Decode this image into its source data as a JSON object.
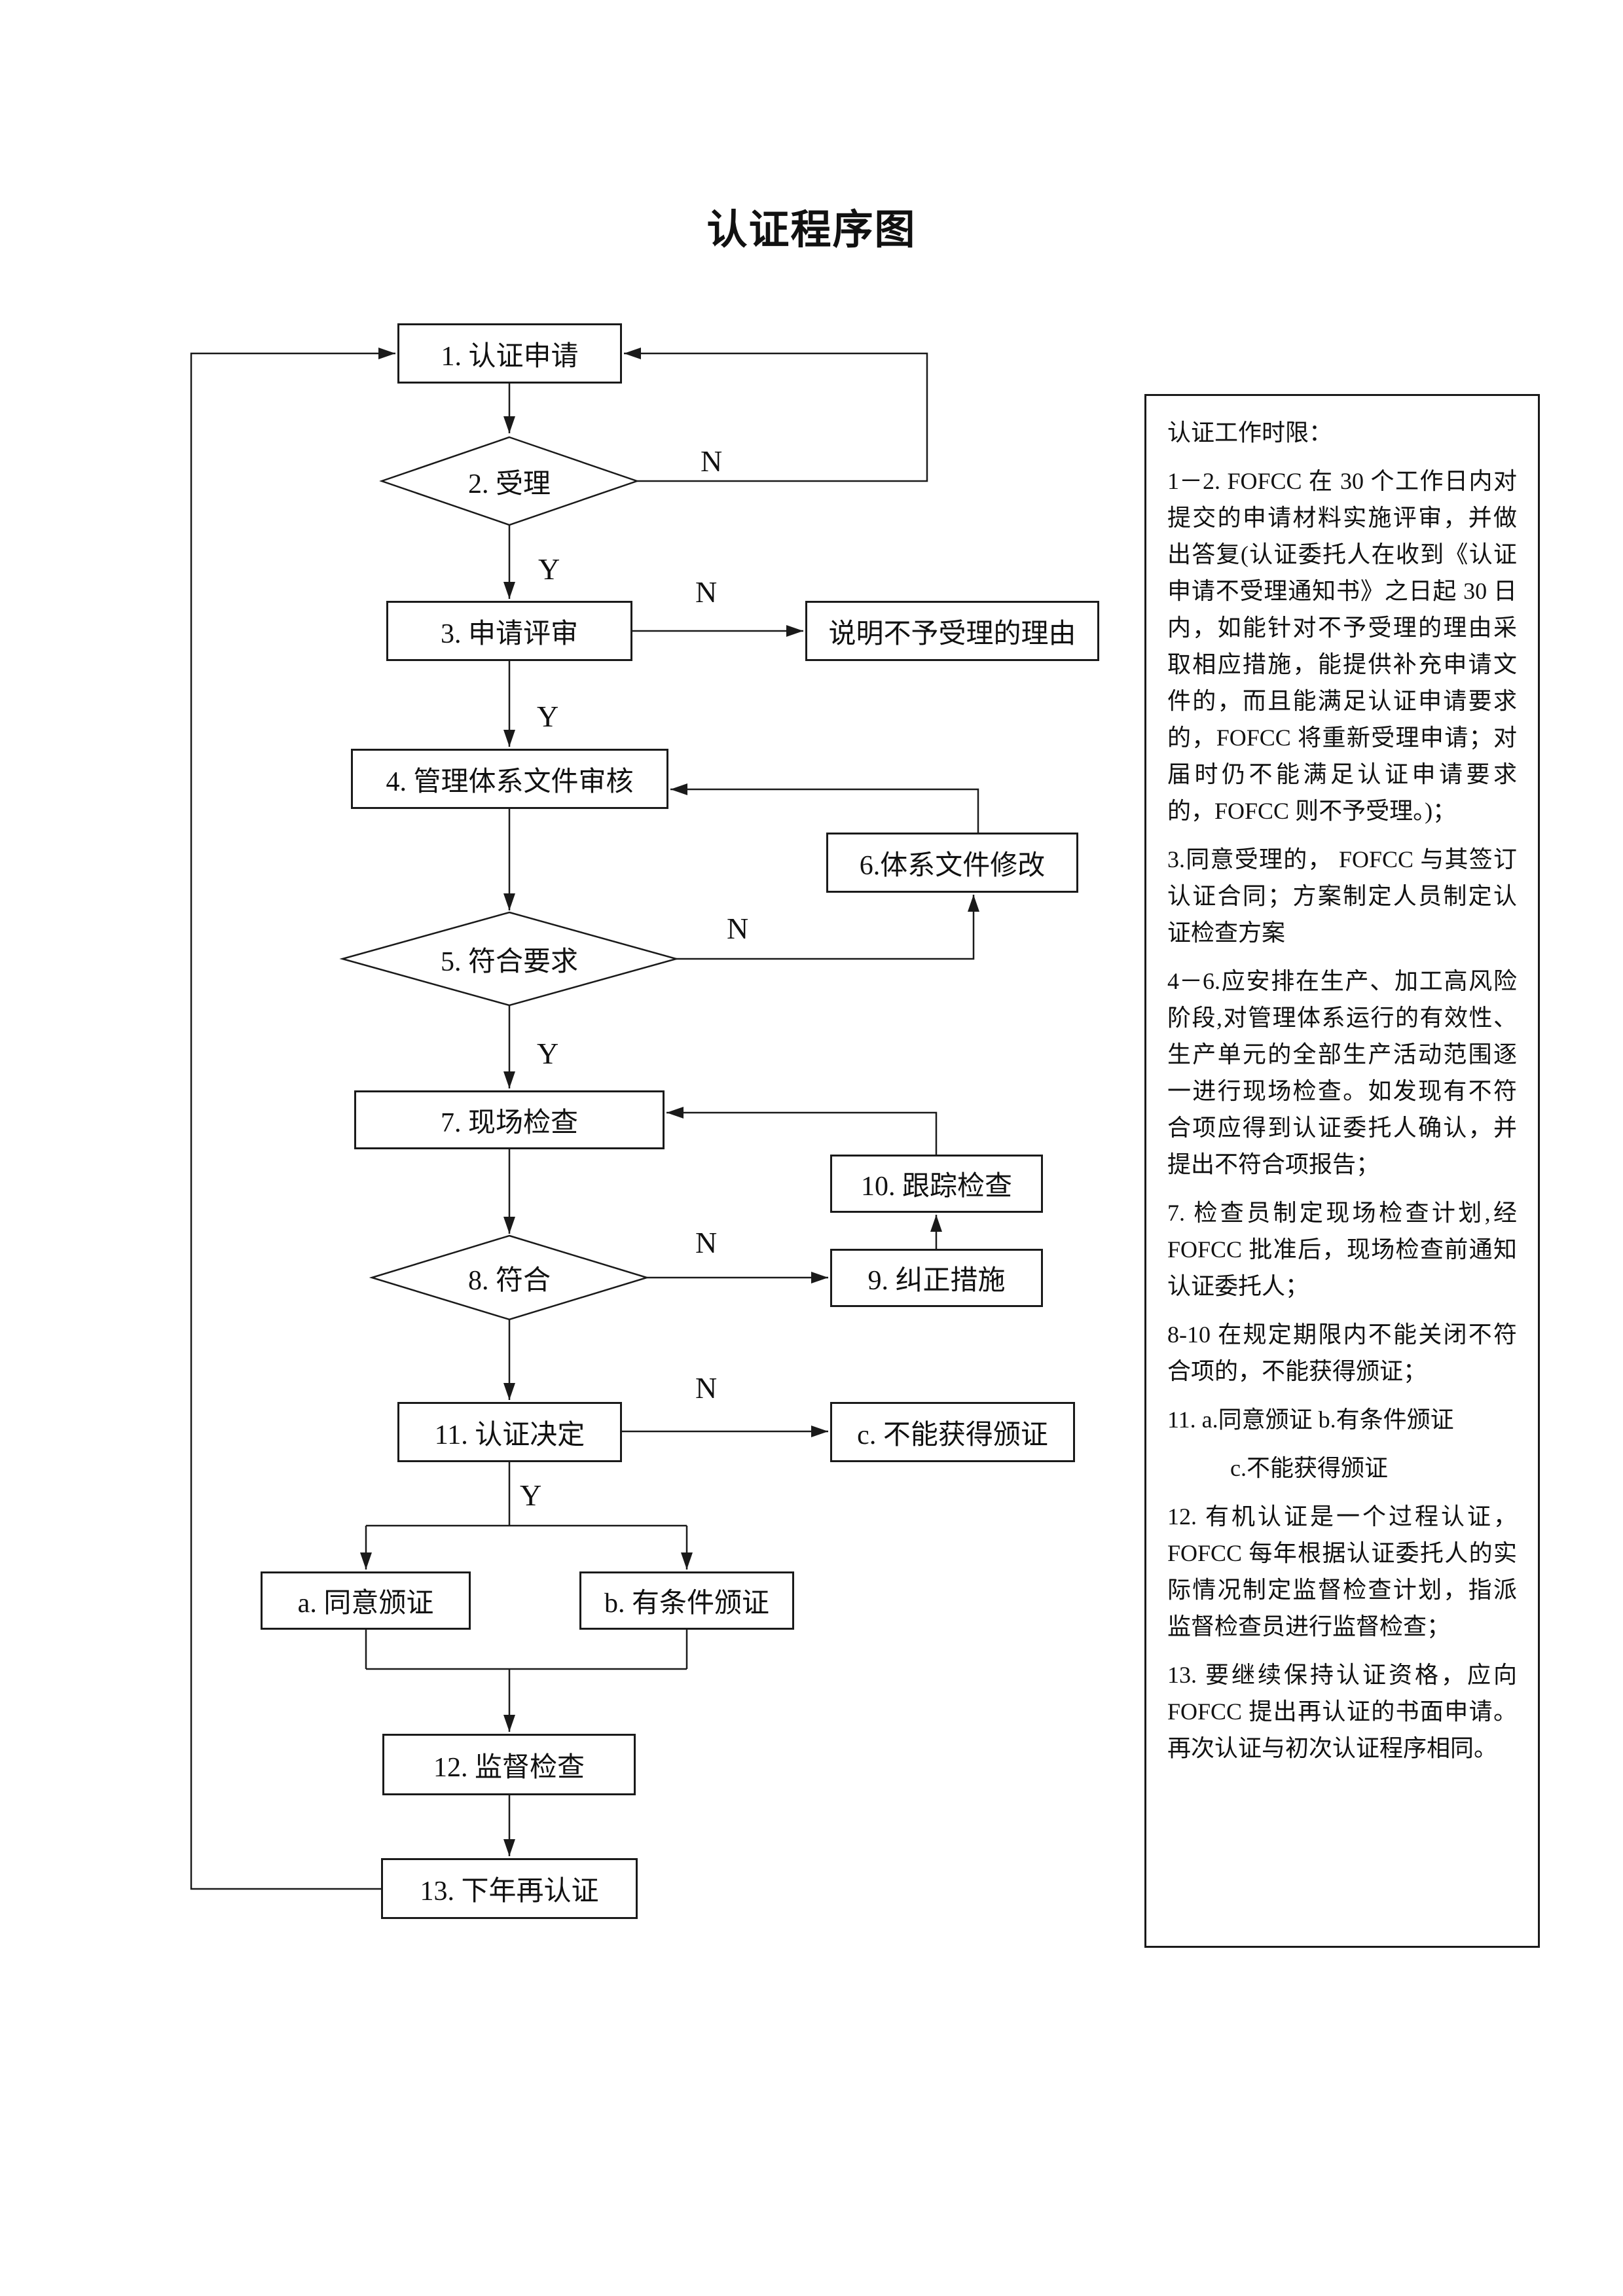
{
  "title": "认证程序图",
  "colors": {
    "line": "#1a1a1a",
    "background": "#ffffff"
  },
  "labels": {
    "yes": "Y",
    "no": "N"
  },
  "nodes": {
    "n1": "1. 认证申请",
    "n2": "2. 受理",
    "n3": "3. 申请评审",
    "reject": "说明不予受理的理由",
    "n4": "4. 管理体系文件审核",
    "n5": "5. 符合要求",
    "n6": "6.体系文件修改",
    "n7": "7. 现场检查",
    "n8": "8. 符合",
    "n9": "9. 纠正措施",
    "n10": "10. 跟踪检查",
    "n11": "11. 认证决定",
    "na": "a. 同意颁证",
    "nb": "b. 有条件颁证",
    "nc": "c. 不能获得颁证",
    "n12": "12. 监督检查",
    "n13": "13. 下年再认证"
  },
  "sidebar": {
    "heading": "认证工作时限：",
    "paragraphs": [
      "1－2.  FOFCC 在 30 个工作日内对提交的申请材料实施评审，并做出答复(认证委托人在收到《认证申请不受理通知书》之日起 30 日内，如能针对不予受理的理由采取相应措施，能提供补充申请文件的，而且能满足认证申请要求的，FOFCC 将重新受理申请；对届时仍不能满足认证申请要求的，FOFCC 则不予受理。)；",
      "3.同意受理的， FOFCC 与其签订认证合同；方案制定人员制定认证检查方案",
      "4－6.应安排在生产、加工高风险阶段,对管理体系运行的有效性、生产单元的全部生产活动范围逐一进行现场检查。如发现有不符合项应得到认证委托人确认，并提出不符合项报告；",
      "7.  检查员制定现场检查计划,经 FOFCC 批准后，现场检查前通知认证委托人；",
      "8-10  在规定期限内不能关闭不符合项的，不能获得颁证；",
      "11.  a.同意颁证 b.有条件颁证",
      "c.不能获得颁证",
      "12.  有机认证是一个过程认证，FOFCC 每年根据认证委托人的实际情况制定监督检查计划，指派监督检查员进行监督检查；",
      "13.  要继续保持认证资格，应向 FOFCC 提出再认证的书面申请。再次认证与初次认证程序相同。"
    ]
  }
}
